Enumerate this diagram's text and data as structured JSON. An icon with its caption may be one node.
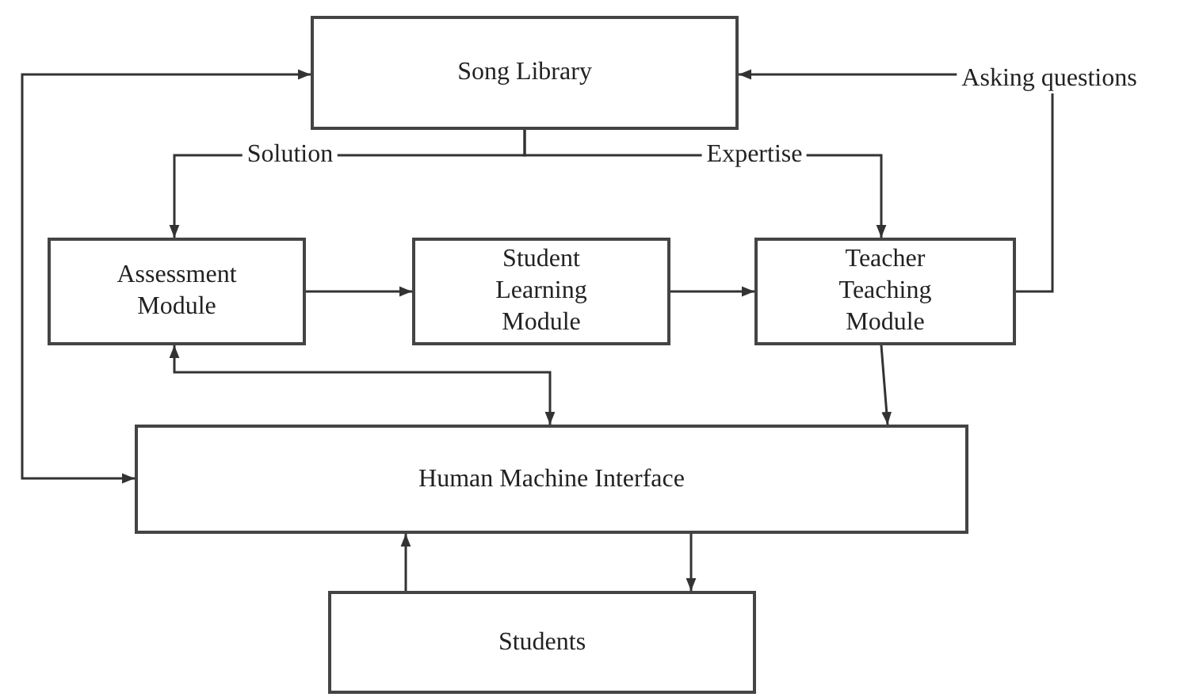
{
  "diagram": {
    "nodes": [
      {
        "text": [
          "Song Library"
        ]
      },
      {
        "text": [
          "Assessment Module"
        ]
      },
      {
        "text": [
          "Student Learning Module"
        ]
      },
      {
        "text": [
          "Teacher Teaching Module"
        ]
      },
      {
        "text": [
          "Human Machine Interface"
        ]
      },
      {
        "text": [
          "Students"
        ]
      }
    ],
    "edges": [
      {
        "from": 0,
        "to": 1,
        "arrow": "to",
        "label": "Solution"
      },
      {
        "from": 0,
        "to": 3,
        "arrow": "to",
        "label": "Expertise"
      },
      {
        "from": 1,
        "to": 2,
        "arrow": "to"
      },
      {
        "from": 2,
        "to": 3,
        "arrow": "to"
      },
      {
        "from": 3,
        "to": 0,
        "arrow": "to",
        "label": "Asking questions"
      },
      {
        "from": 1,
        "to": 4,
        "arrow": "both"
      },
      {
        "from": 3,
        "to": 4,
        "arrow": "to"
      },
      {
        "from": 4,
        "to": 0,
        "arrow": "both"
      },
      {
        "from": 5,
        "to": 4,
        "arrow": "to"
      },
      {
        "from": 4,
        "to": 5,
        "arrow": "to"
      }
    ]
  }
}
